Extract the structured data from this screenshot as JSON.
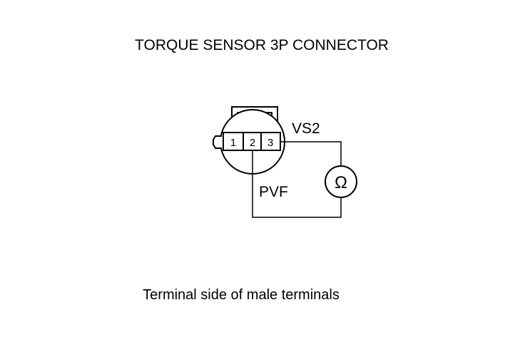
{
  "title": "TORQUE SENSOR 3P CONNECTOR",
  "connector": {
    "pins": [
      "1",
      "2",
      "3"
    ]
  },
  "wires": {
    "vs2_label": "VS2",
    "pvf_label": "PVF"
  },
  "meter": {
    "symbol": "Ω",
    "icon": "ohmmeter-icon"
  },
  "caption": "Terminal side of male terminals",
  "colors": {
    "line": "#000000",
    "background": "#ffffff"
  }
}
